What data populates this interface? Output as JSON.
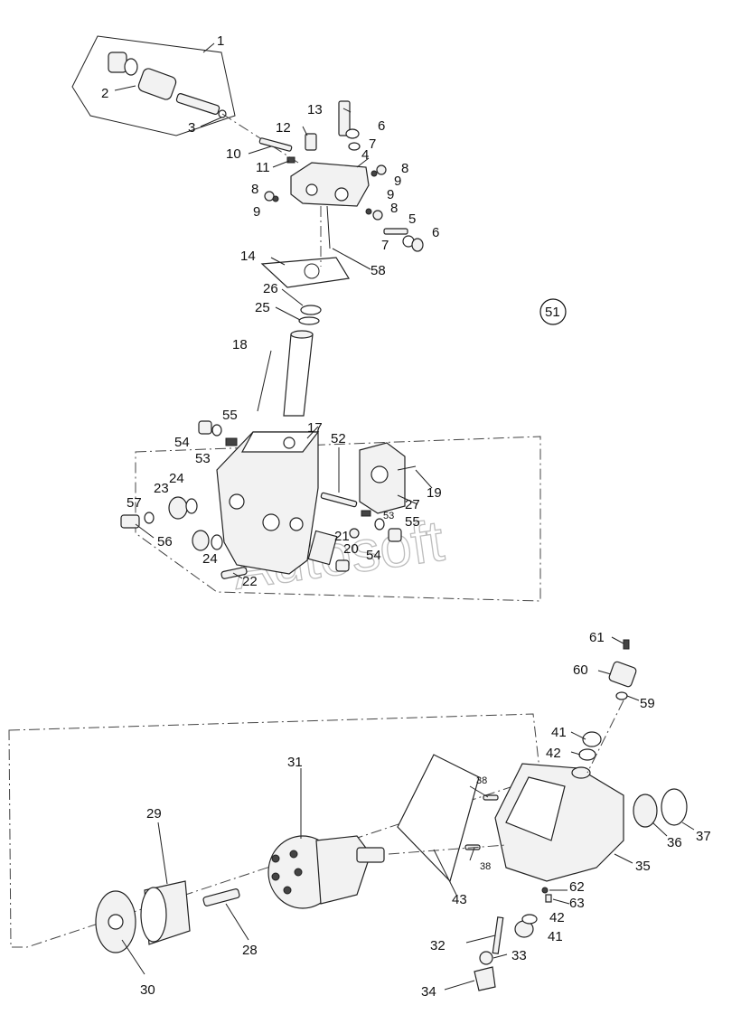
{
  "diagram": {
    "watermark": "Autosoft",
    "callouts": {
      "c1": "1",
      "c2": "2",
      "c3": "3",
      "c4": "4",
      "c5": "5",
      "c6a": "6",
      "c6b": "6",
      "c7a": "7",
      "c7b": "7",
      "c8a": "8",
      "c8b": "8",
      "c8c": "8",
      "c9a": "9",
      "c9b": "9",
      "c9c": "9",
      "c10": "10",
      "c11": "11",
      "c12": "12",
      "c13": "13",
      "c14": "14",
      "c17": "17",
      "c18": "18",
      "c19": "19",
      "c20": "20",
      "c21": "21",
      "c22": "22",
      "c23": "23",
      "c24a": "24",
      "c24b": "24",
      "c25": "25",
      "c26": "26",
      "c27": "27",
      "c28": "28",
      "c29": "29",
      "c30": "30",
      "c31": "31",
      "c32": "32",
      "c33": "33",
      "c34": "34",
      "c35": "35",
      "c36": "36",
      "c37": "37",
      "c38a": "38",
      "c38b": "38",
      "c41a": "41",
      "c41b": "41",
      "c42a": "42",
      "c42b": "42",
      "c43": "43",
      "c51": "51",
      "c52": "52",
      "c53a": "53",
      "c53b": "53",
      "c54a": "54",
      "c54b": "54",
      "c55a": "55",
      "c55b": "55",
      "c56": "56",
      "c57": "57",
      "c58": "58",
      "c59": "59",
      "c60": "60",
      "c61": "61",
      "c62": "62",
      "c63": "63"
    }
  }
}
